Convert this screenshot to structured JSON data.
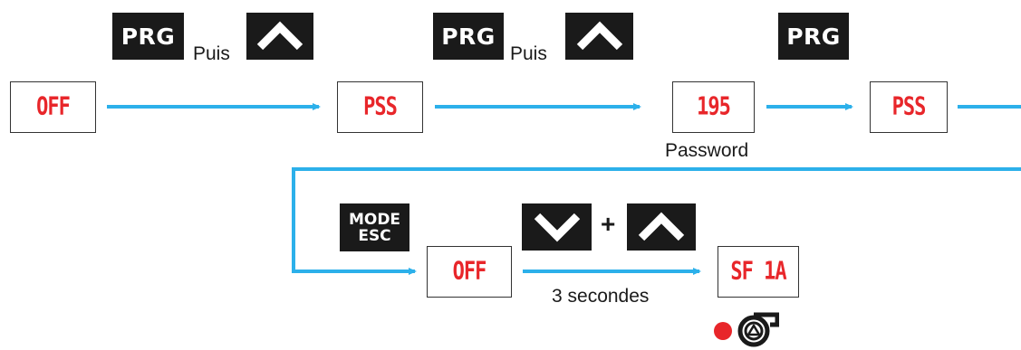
{
  "colors": {
    "line": "#2cb0ea",
    "display_text": "#e8262a",
    "key_bg": "#1a1a1a"
  },
  "keys": {
    "prg_1": "PRG",
    "prg_2": "PRG",
    "prg_3": "PRG",
    "mode_line1": "MODE",
    "mode_line2": "ESC"
  },
  "displays": {
    "d1": "OFF",
    "d2": "PSS",
    "d3": "195",
    "d4": "PSS",
    "d5": "OFF",
    "d6": "SF 1A"
  },
  "labels": {
    "puis_1": "Puis",
    "puis_2": "Puis",
    "password": "Password",
    "seconds": "3 secondes",
    "plus": "+"
  },
  "icons": {
    "up_arrow": "chevron-up-icon",
    "down_arrow": "chevron-down-icon",
    "led": "red-dot-icon",
    "fan": "fan-icon"
  }
}
